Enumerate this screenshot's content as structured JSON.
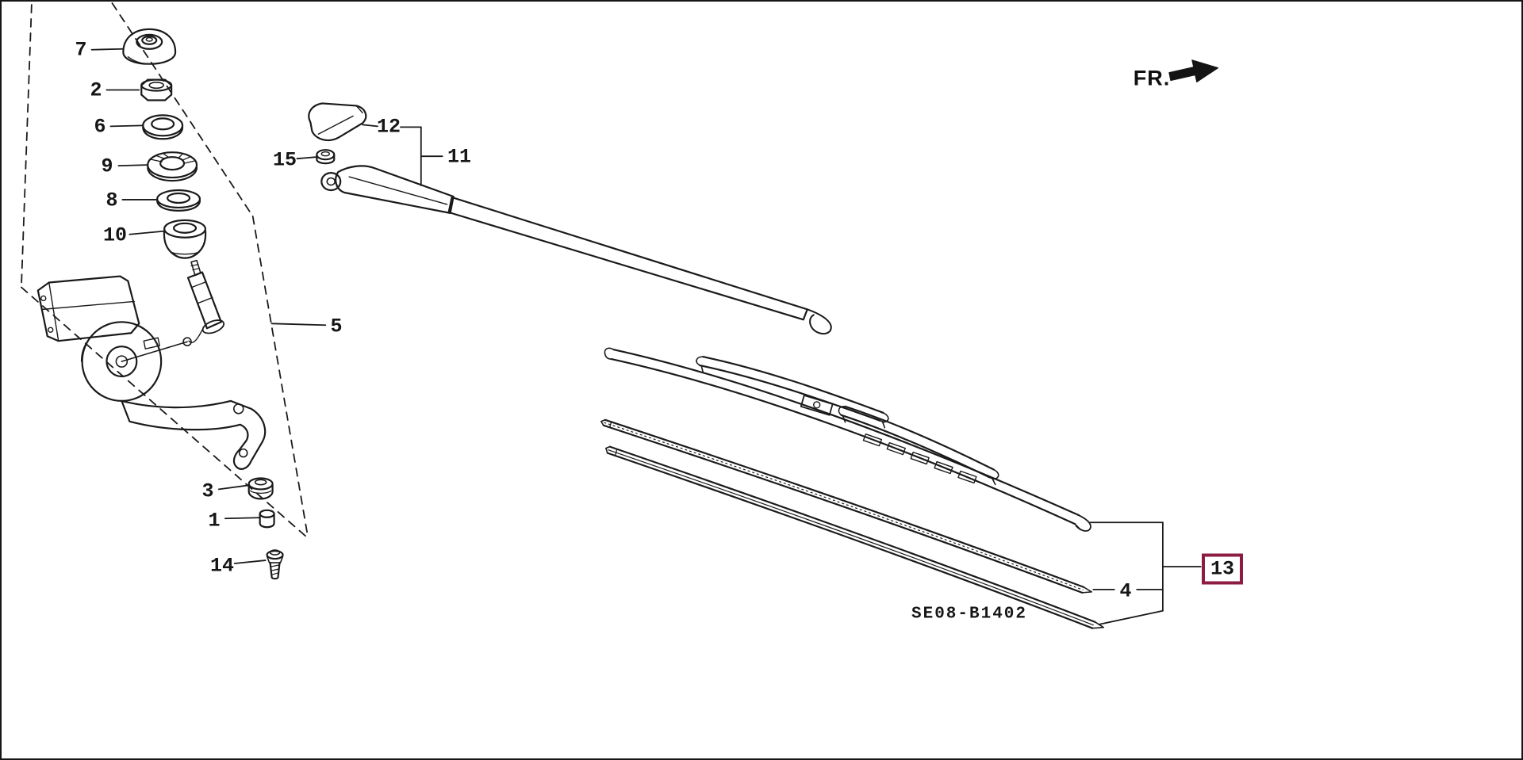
{
  "page": {
    "fr_label": "FR.",
    "part_code": "SE08-B1402"
  },
  "icons": {
    "fr_arrow": "solid-right-direction-arrow"
  },
  "colors": {
    "line_color": "#1a1a1a",
    "background": "#ffffff",
    "highlight_box_color": "#8c1d40"
  },
  "callouts": {
    "c1": "1",
    "c2": "2",
    "c3": "3",
    "c4": "4",
    "c5": "5",
    "c6": "6",
    "c7": "7",
    "c8": "8",
    "c9": "9",
    "c10": "10",
    "c11": "11",
    "c12": "12",
    "c13": "13",
    "c14": "14",
    "c15": "15"
  }
}
